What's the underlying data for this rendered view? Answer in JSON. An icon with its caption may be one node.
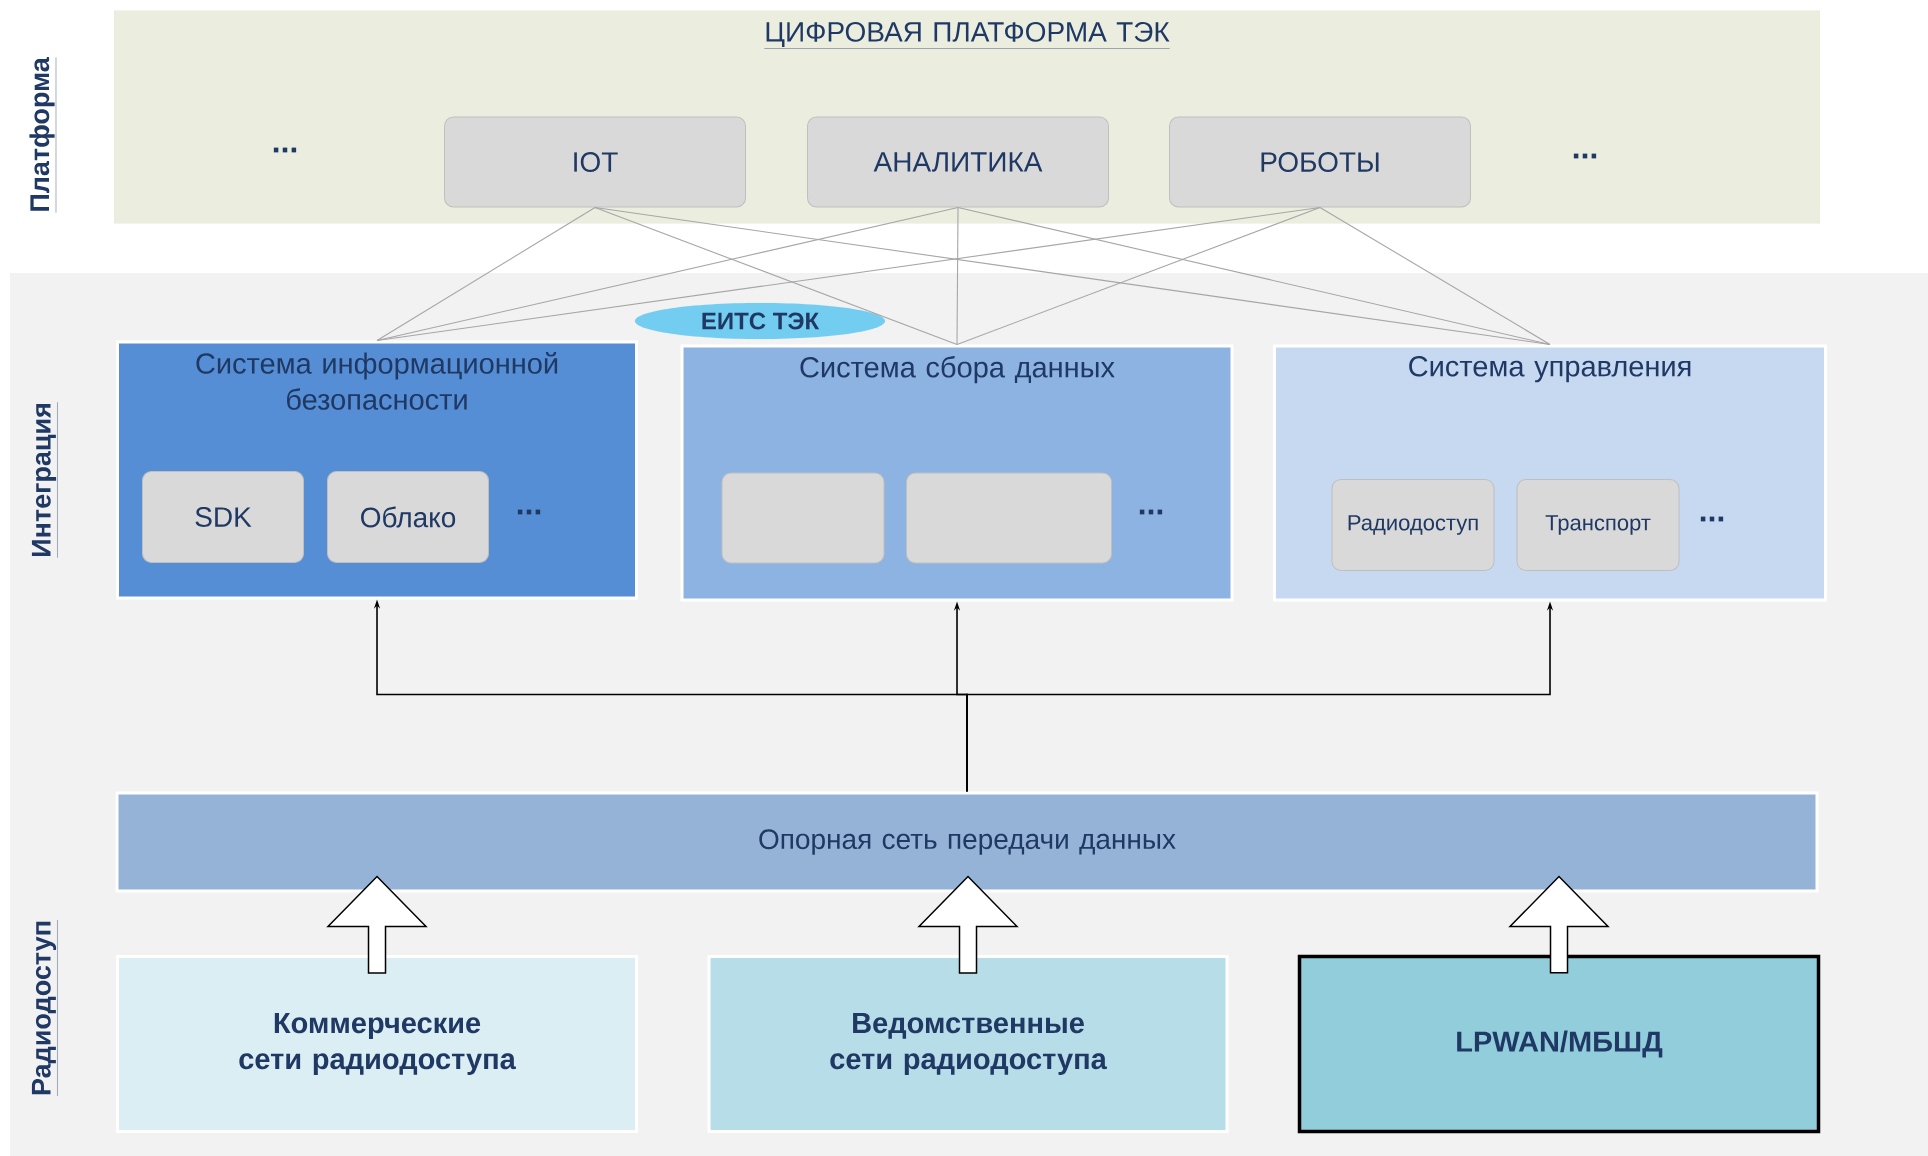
{
  "diagram": {
    "nodes": [
      {
        "text": [
          "ЦИФРОВАЯ ПЛАТФОРМА ТЭК"
        ]
      },
      {
        "text": [
          "IOT"
        ],
        "in": 0
      },
      {
        "text": [
          "АНАЛИТИКА"
        ],
        "in": 0
      },
      {
        "text": [
          "РОБОТЫ"
        ],
        "in": 0
      },
      {
        "text": [
          "ЕИТС ТЭК"
        ]
      },
      {
        "text": [
          "Система информационной безопасности"
        ]
      },
      {
        "text": [
          "SDK"
        ],
        "in": 5
      },
      {
        "text": [
          "Облако"
        ],
        "in": 5
      },
      {
        "text": [
          "Система сбора данных"
        ]
      },
      {
        "text": [],
        "shape": "box",
        "in": 8
      },
      {
        "text": [],
        "shape": "box",
        "in": 8
      },
      {
        "text": [
          "Система управления"
        ]
      },
      {
        "text": [
          "Радиодоступ"
        ],
        "in": 11
      },
      {
        "text": [
          "Транспорт"
        ],
        "in": 11
      },
      {
        "text": [
          "Опорная сеть передачи данных"
        ]
      },
      {
        "text": [
          "Коммерческие сети радиодоступа"
        ]
      },
      {
        "text": [
          "Ведомственные сети радиодоступа"
        ]
      },
      {
        "text": [
          "LPWAN/МБШД"
        ]
      }
    ],
    "edges": [
      {
        "from": 1,
        "to": 5,
        "arrow": "none"
      },
      {
        "from": 1,
        "to": 8,
        "arrow": "none"
      },
      {
        "from": 1,
        "to": 11,
        "arrow": "none"
      },
      {
        "from": 2,
        "to": 5,
        "arrow": "none"
      },
      {
        "from": 2,
        "to": 8,
        "arrow": "none"
      },
      {
        "from": 2,
        "to": 11,
        "arrow": "none"
      },
      {
        "from": 3,
        "to": 5,
        "arrow": "none"
      },
      {
        "from": 3,
        "to": 8,
        "arrow": "none"
      },
      {
        "from": 3,
        "to": 11,
        "arrow": "none"
      },
      {
        "from": 14,
        "to": 5,
        "arrow": "to",
        "color": "#000000"
      },
      {
        "from": 14,
        "to": 8,
        "arrow": "to",
        "color": "#000000"
      },
      {
        "from": 14,
        "to": 11,
        "arrow": "to",
        "color": "#000000"
      },
      {
        "from": 15,
        "to": 14,
        "arrow": "to",
        "color": "#000000"
      },
      {
        "from": 16,
        "to": 14,
        "arrow": "to",
        "color": "#000000"
      },
      {
        "from": 17,
        "to": 14,
        "arrow": "to",
        "color": "#000000"
      }
    ],
    "labels": [
      "Платформа",
      "...",
      "...",
      "Интеграция",
      "...",
      "...",
      "...",
      "Радиодоступ"
    ]
  }
}
